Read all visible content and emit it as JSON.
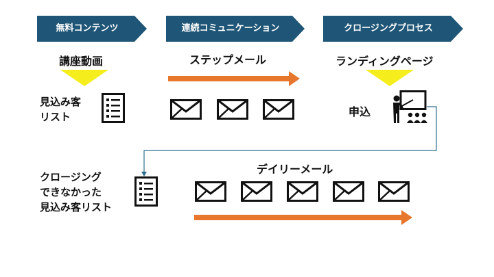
{
  "stages": [
    {
      "label": "無料コンテンツ"
    },
    {
      "label": "連続コミュニケーション"
    },
    {
      "label": "クロージングプロセス"
    }
  ],
  "stage_items": {
    "video": "講座動画",
    "step_mail": "ステップメール",
    "landing": "ランディングページ"
  },
  "lead_list": {
    "line1": "見込み客",
    "line2": "リスト"
  },
  "apply_label": "申込",
  "followup": {
    "mail_label": "デイリーメール",
    "line1": "クロージング",
    "line2": "できなかった",
    "line3": "見込み客リスト"
  },
  "colors": {
    "chevron": "#1f5677",
    "down_arrow": "#f5ee1c",
    "progress_arrow": "#e8772e",
    "connector": "#2e6e8e"
  },
  "icons": [
    "list-document-icon",
    "mail-icon",
    "presenter-audience-icon"
  ]
}
